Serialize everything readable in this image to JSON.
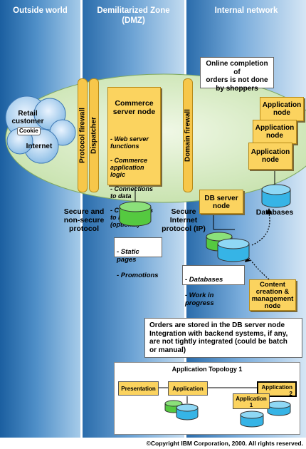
{
  "zones": {
    "outside": {
      "title": "Outside world"
    },
    "dmz": {
      "title": "Demilitarized Zone\n(DMZ)"
    },
    "internal": {
      "title": "Internal network"
    }
  },
  "cloud": {
    "customer_label": "Retail\ncustomer",
    "cookie_label": "Cookie",
    "internet_label": "Internet"
  },
  "firewalls": {
    "protocol": "Protocol firewall",
    "dispatcher": "Dispatcher",
    "domain": "Domain firewall"
  },
  "commerce_node": {
    "title": "Commerce\nserver node",
    "items": [
      "- Web server\n  functions",
      "- Commerce\n  application\n  logic",
      "- Connections\n  to data",
      "- Connections\n  to backends\n  (optional)"
    ]
  },
  "notes": {
    "online_completion": "Online completion of\norders is not done\nby shoppers",
    "secure_nonsecure": "Secure and\nnon-secure\nprotocol",
    "secure_internet": "Secure\nInternet\nprotocol (IP)",
    "databases_label": "Databases"
  },
  "static_list": [
    "- Static pages",
    "- Promotions"
  ],
  "db_list": [
    "- Databases",
    "- Work in progress"
  ],
  "app_nodes": [
    "Application\nnode",
    "Application\nnode",
    "Application\nnode"
  ],
  "db_server_node": "DB server\nnode",
  "content_node": "Content\ncreation &\nmanagement\nnode",
  "orders_note": "Orders are stored in the DB server node\nIntegration with backend systems, if any,\nare not tightly integrated (could be batch\nor manual)",
  "topology": {
    "title": "Application Topology 1",
    "presentation": "Presentation",
    "application": "Application",
    "application1": "Application\n1",
    "application2": "Application\n2"
  },
  "copyright": "©Copyright IBM Corporation, 2000. All rights reserved.",
  "colors": {
    "zone_blue": "#2a6cab",
    "node_yellow": "#fbd35f",
    "ellipse_green": "#d8ecc4",
    "db_cyan": "#36b4e6",
    "db_green": "#55c940"
  }
}
